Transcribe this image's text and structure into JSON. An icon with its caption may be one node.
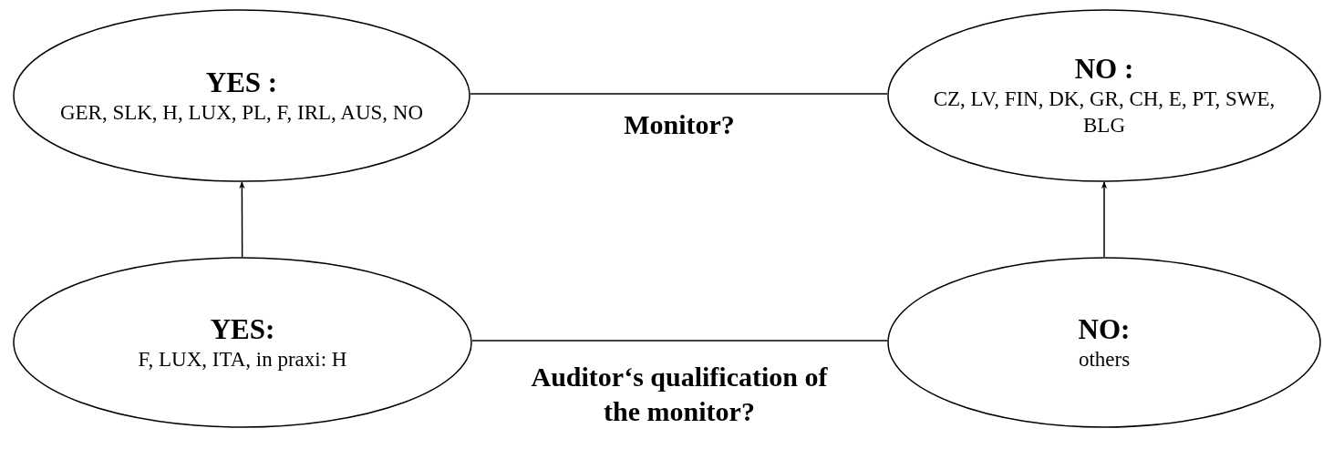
{
  "diagram": {
    "nodes": [
      {
        "text": [
          "YES :",
          "GER, SLK, H, LUX, PL, F, IRL, AUS, NO"
        ]
      },
      {
        "text": [
          "NO :",
          "CZ, LV, FIN, DK, GR, CH, E, PT, SWE, BLG"
        ]
      },
      {
        "text": [
          "YES:",
          "F, LUX, ITA, in praxi: H"
        ]
      },
      {
        "text": [
          "NO:",
          "others"
        ]
      }
    ],
    "edges": [
      {
        "from": 0,
        "to": 1,
        "arrow": "none",
        "label": "Monitor?"
      },
      {
        "from": 2,
        "to": 0,
        "arrow": "to"
      },
      {
        "from": 3,
        "to": 1,
        "arrow": "to"
      },
      {
        "from": 2,
        "to": 3,
        "arrow": "none",
        "label": "Auditor‘s qualification of the monitor?"
      }
    ]
  }
}
